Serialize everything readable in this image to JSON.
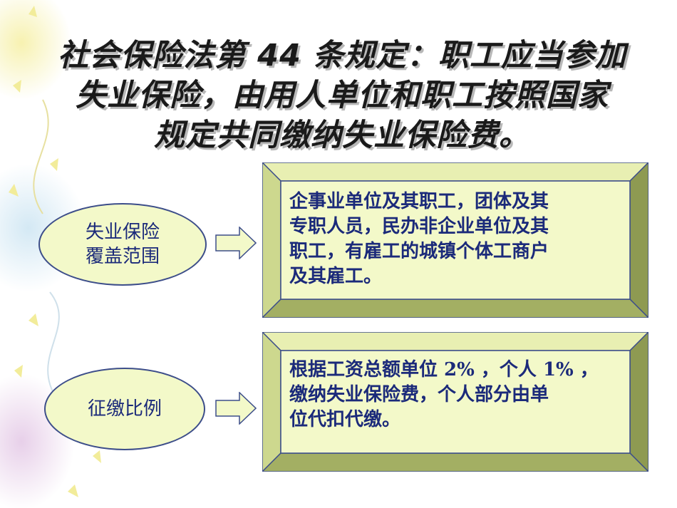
{
  "title_lines": [
    "社会保险法第 44 条规定：职工应当参加",
    "失业保险，由用人单位和职工按照国家",
    "规定共同缴纳失业保险费。"
  ],
  "rows": [
    {
      "label_lines": [
        "失业保险",
        "覆盖范围"
      ],
      "content_lines": [
        "企事业单位及其职工，团体及其",
        "专职人员，民办非企业单位及其",
        "职工，有雇工的城镇个体工商户",
        "及其雇工。"
      ]
    },
    {
      "label_lines": [
        "征缴比例"
      ],
      "content_lines": [
        "根据工资总额单位 2% ，个人 1% ，",
        "缴纳失业保险费，个人部分由单",
        "位代扣代缴。"
      ]
    }
  ],
  "colors": {
    "panel_fill": "#f3f9c9",
    "panel_border": "#3d4e8a",
    "text": "#1b2a7a",
    "bevel_top": "#e8efb2",
    "bevel_left": "#cdd88e",
    "bevel_right": "#8e9a52",
    "bevel_bottom": "#a3af63"
  }
}
